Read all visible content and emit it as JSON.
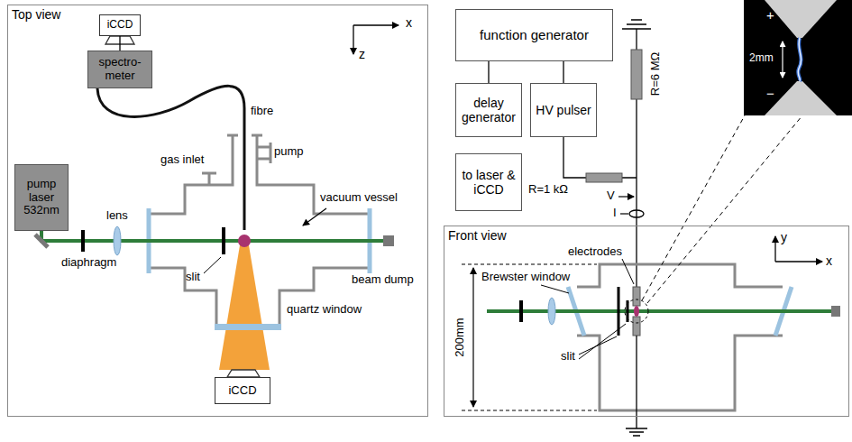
{
  "diagram": {
    "nodes": [
      {
        "text": [
          "Top view"
        ]
      },
      {
        "text": [
          "iCCD"
        ],
        "in": 0
      },
      {
        "text": [
          "spectro-meter"
        ],
        "in": 0
      },
      {
        "text": [
          "pump laser 532nm"
        ],
        "in": 0
      },
      {
        "text": [
          "iCCD"
        ],
        "in": 0
      },
      {
        "text": [
          "function generator"
        ]
      },
      {
        "text": [
          "delay generator"
        ]
      },
      {
        "text": [
          "HV pulser"
        ]
      },
      {
        "text": [
          "to laser & iCCD"
        ]
      },
      {
        "text": [
          "Front view"
        ]
      }
    ],
    "edges": [
      {
        "from": 1,
        "to": 2,
        "arrow": "none"
      },
      {
        "from": 5,
        "to": 6,
        "arrow": "none"
      },
      {
        "from": 5,
        "to": 7,
        "arrow": "none"
      }
    ],
    "labels": [
      "x",
      "z",
      "fibre",
      "gas inlet",
      "pump",
      "vacuum vessel",
      "lens",
      "diaphragm",
      "slit",
      "quartz window",
      "beam dump",
      "R=1 kΩ",
      "R=6 MΩ",
      "V",
      "I",
      "+",
      "2mm",
      "−",
      "y",
      "x",
      "electrodes",
      "Brewster window",
      "200mm",
      "slit"
    ]
  }
}
